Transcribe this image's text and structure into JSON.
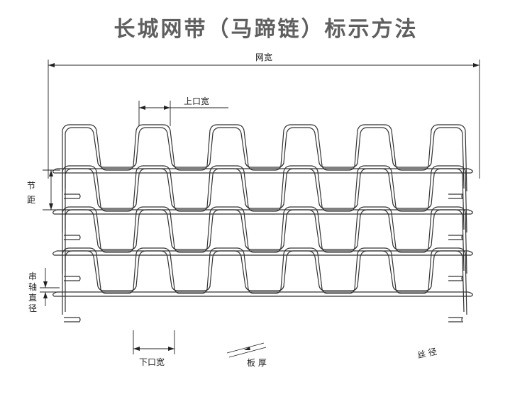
{
  "title": "长城网带（马蹄链）标示方法",
  "labels": {
    "mesh_width": "网宽",
    "top_opening": "上口宽",
    "pitch_1": "节",
    "pitch_2": "距",
    "rod_1": "串",
    "rod_2": "轴",
    "rod_3": "直",
    "rod_4": "径",
    "bottom_opening": "下口宽",
    "plate_thickness": "板 厚",
    "wire_diameter": "丝 径"
  },
  "diagram": {
    "rows": 4,
    "wave_teeth": 6
  }
}
